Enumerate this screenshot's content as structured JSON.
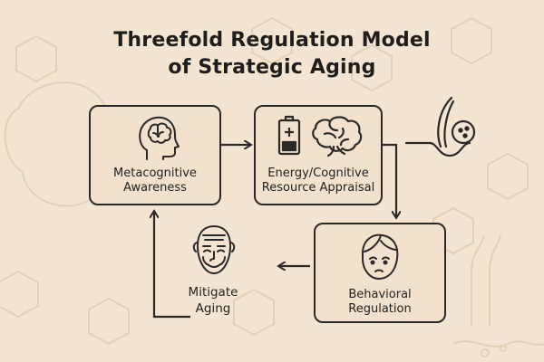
{
  "title": {
    "line1": "Threefold Regulation Model",
    "line2": "of Strategic Aging"
  },
  "nodes": {
    "metacognitive": {
      "line1": "Metacognitive",
      "line2": "Awareness",
      "icon": "head-brain-icon"
    },
    "appraisal": {
      "line1": "Energy/Cognitive",
      "line2": "Resource Appraisal",
      "icons": [
        "battery-icon",
        "brain-icon"
      ]
    },
    "behavioral": {
      "line1": "Behavioral",
      "line2": "Regulation",
      "icon": "tired-face-icon"
    },
    "mitigate": {
      "line1": "Mitigate",
      "line2": "Aging",
      "icon": "elderly-face-icon"
    }
  },
  "decorations": [
    "hair-follicle-icon",
    "hexagon-pattern",
    "skin-layer-graphic"
  ],
  "colors": {
    "background": "#f3e5d1",
    "stroke": "#2a2927",
    "box_fill": "#f2e2cd"
  }
}
